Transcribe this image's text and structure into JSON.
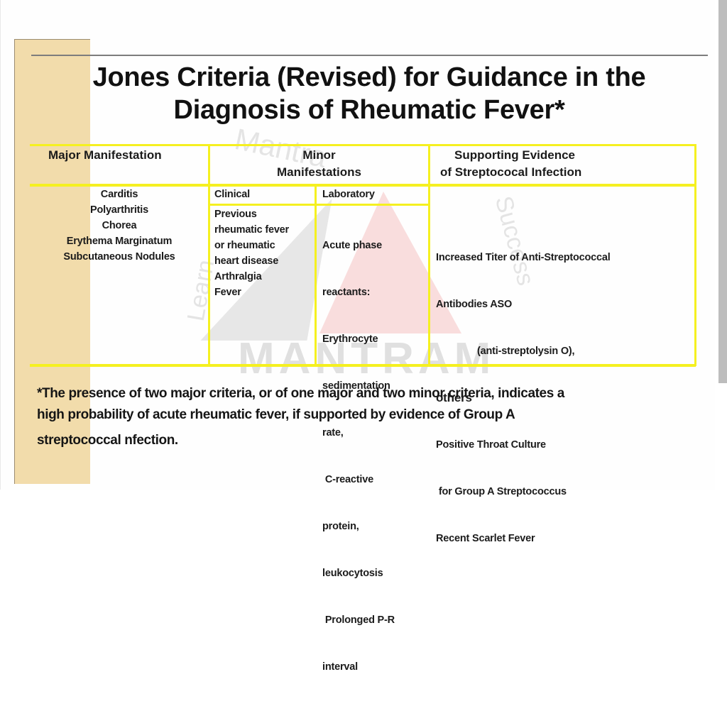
{
  "slide": {
    "title_line1": "Jones Criteria (Revised) for Guidance in the",
    "title_line2": "Diagnosis of Rheumatic Fever*",
    "colors": {
      "table_border": "#f5f020",
      "accent_bar": "#f2dcab",
      "text": "#111111"
    }
  },
  "watermark": {
    "arc_text": "Mantra",
    "left_text": "Learn",
    "right_text": "Success",
    "big_text": "MANTRAM"
  },
  "table": {
    "headers": {
      "major": "Major Manifestation",
      "minor_line1": "Minor",
      "minor_line2": "Manifestations",
      "supporting_line1": "Supporting Evidence",
      "supporting_line2": "of Streptococal Infection"
    },
    "subheaders": {
      "clinical": "Clinical",
      "laboratory": "Laboratory"
    },
    "major_items": [
      "Carditis",
      "Polyarthritis",
      "Chorea",
      "Erythema Marginatum",
      "Subcutaneous Nodules"
    ],
    "clinical_items": [
      "Previous",
      "rheumatic fever",
      "or rheumatic",
      "heart disease",
      "Arthralgia",
      "Fever"
    ],
    "laboratory_items": [
      "Acute phase",
      "reactants:",
      "Erythrocyte",
      "sedimentation",
      "rate,",
      " C-reactive",
      "protein,",
      "leukocytosis",
      " Prolonged P-R",
      "interval"
    ],
    "supporting_items": [
      "Increased Titer of Anti-Streptococcal",
      "Antibodies ASO",
      "(anti-streptolysin O),",
      "others",
      "Positive Throat Culture",
      " for Group A Streptococcus",
      "Recent Scarlet Fever"
    ]
  },
  "footnote": {
    "line1": "*The presence of two major criteria, or of one major and two minor criteria, indicates a",
    "line2": "high probability of acute rheumatic fever, if supported by evidence of Group A",
    "line3": "streptococcal nfection."
  }
}
